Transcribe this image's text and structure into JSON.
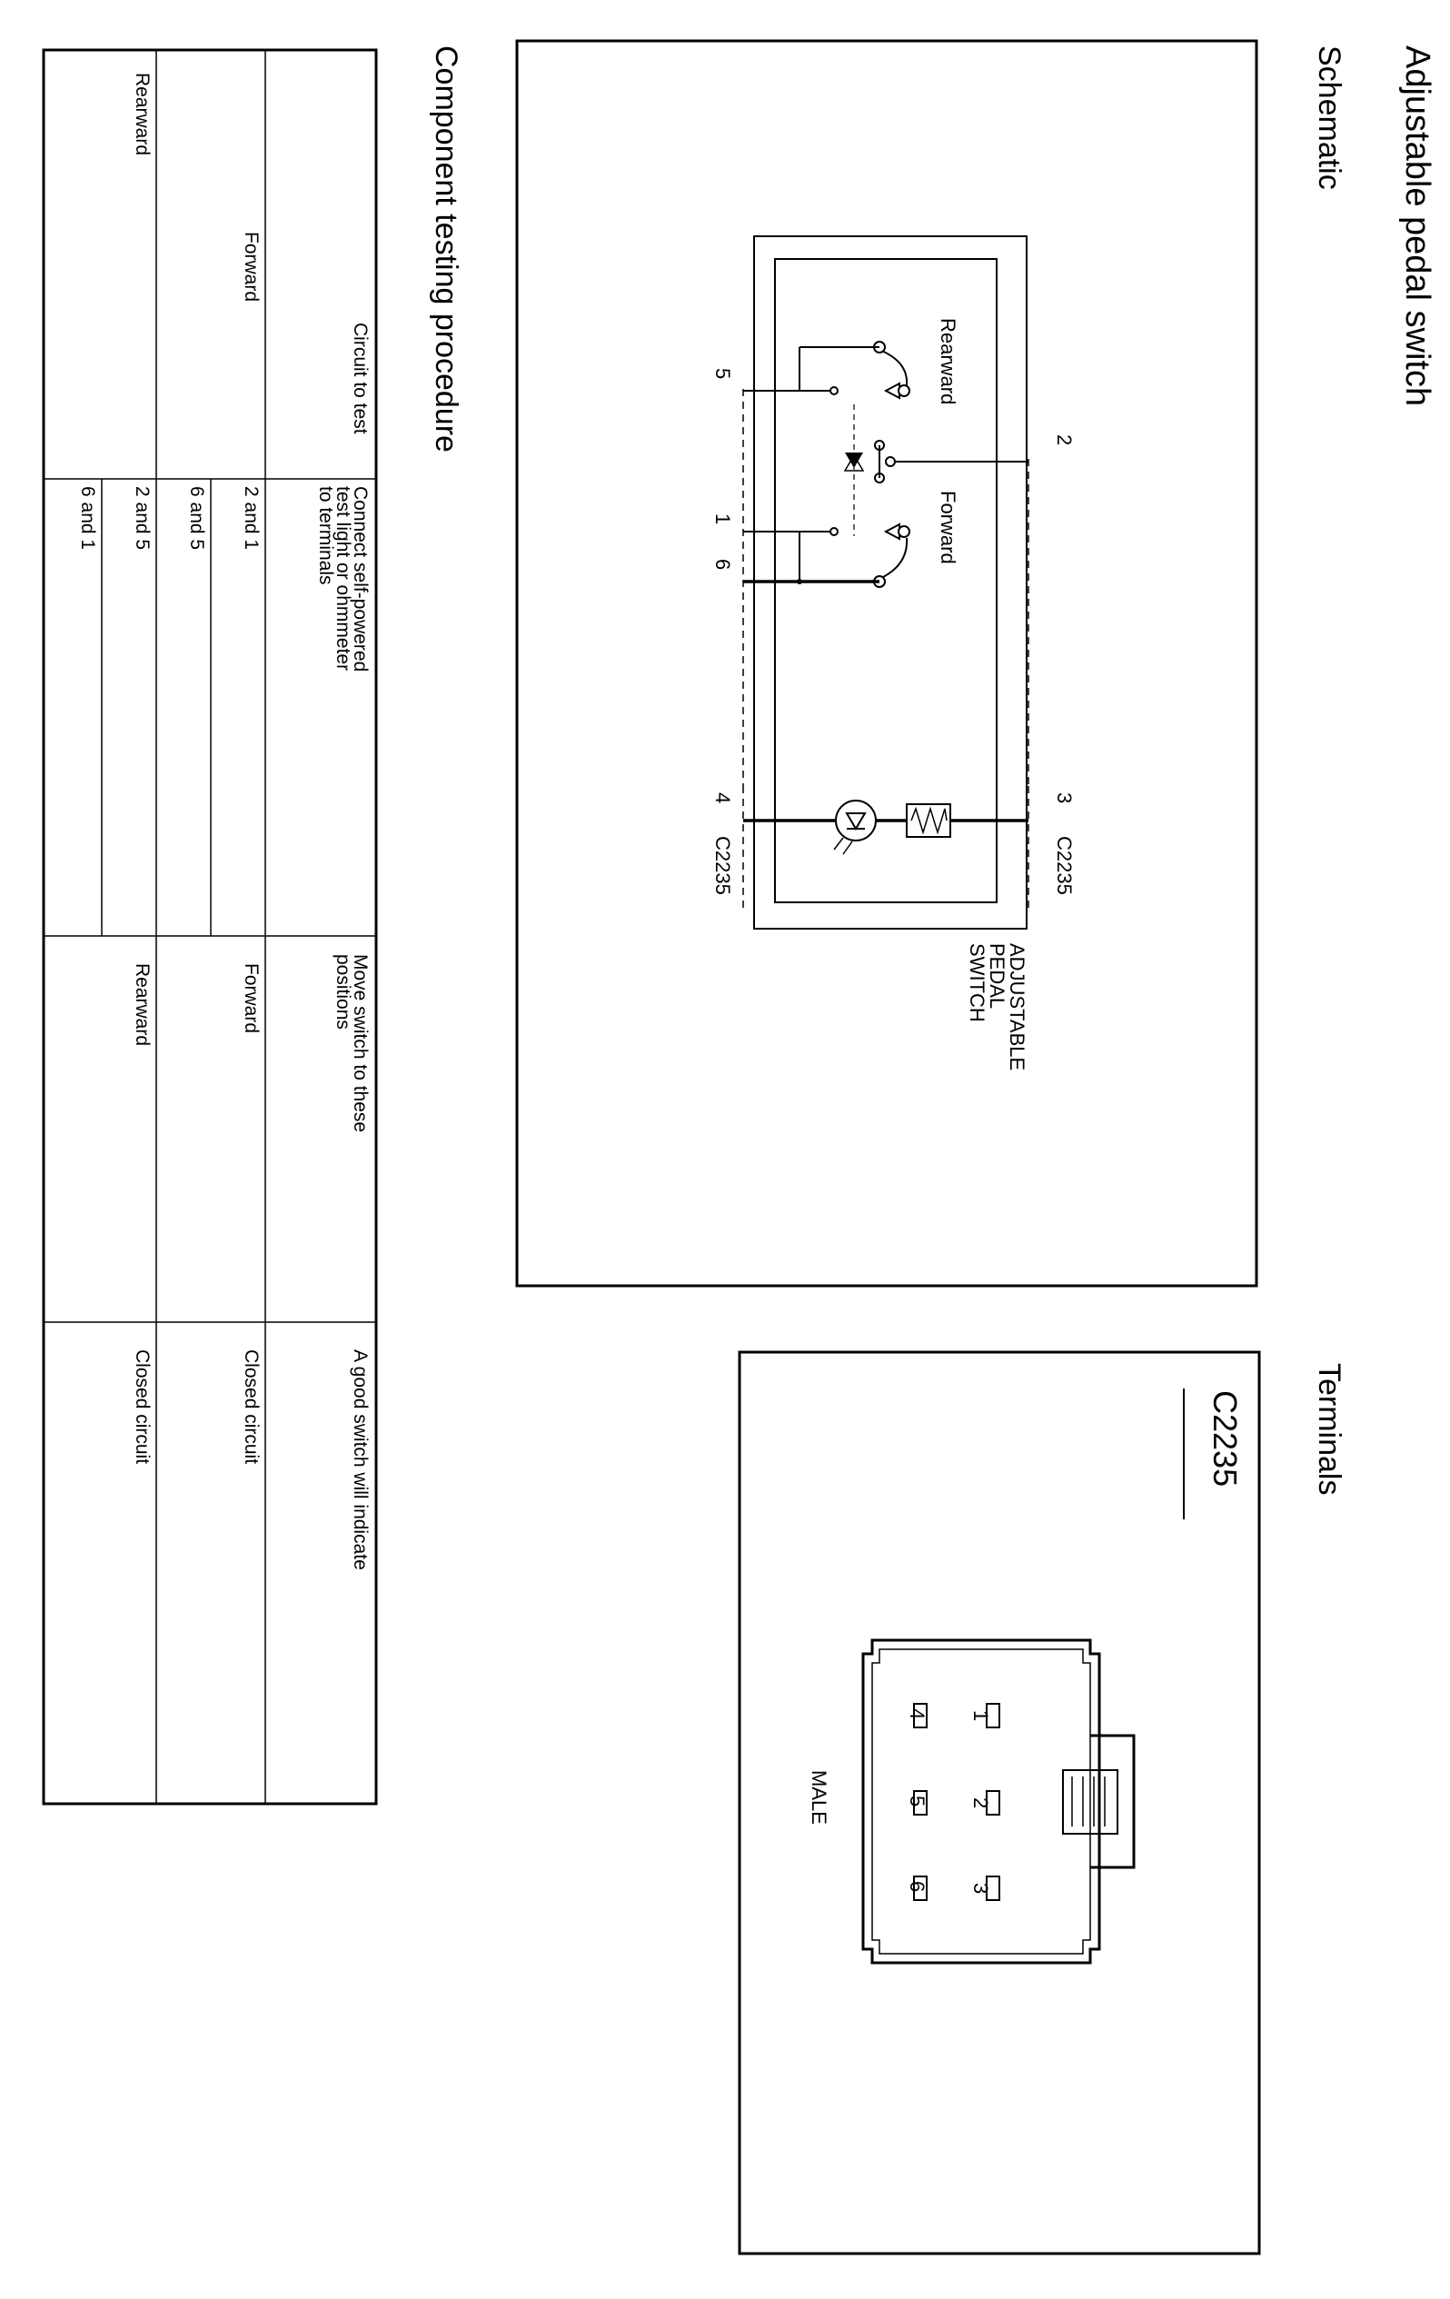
{
  "page": {
    "title": "Adjustable pedal switch",
    "schematic_heading": "Schematic",
    "terminals_heading": "Terminals",
    "procedure_heading": "Component testing procedure"
  },
  "schematic": {
    "switch_label_lines": [
      "ADJUSTABLE",
      "PEDAL",
      "SWITCH"
    ],
    "connector_top": "C2235",
    "connector_bottom": "C2235",
    "pin_top_2": "2",
    "pin_top_3": "3",
    "pin_bottom_5": "5",
    "pin_bottom_1": "1",
    "pin_bottom_6": "6",
    "pin_bottom_4": "4",
    "rearward_label": "Rearward",
    "forward_label": "Forward"
  },
  "terminals": {
    "connector_id": "C2235",
    "gender_label": "MALE",
    "pins": [
      "1",
      "2",
      "3",
      "4",
      "5",
      "6"
    ]
  },
  "procedure": {
    "headers": [
      "Circuit to test",
      "Connect self-powered test light or ohmmeter to terminals",
      "Move switch to these positions",
      "A good switch will indicate"
    ],
    "rows": [
      {
        "circuit": "Forward",
        "terminals": [
          "2 and 1",
          "6 and 5"
        ],
        "position": "Forward",
        "result": "Closed circuit"
      },
      {
        "circuit": "Rearward",
        "terminals": [
          "2 and 5",
          "6 and 1"
        ],
        "position": "Rearward",
        "result": "Closed circuit"
      }
    ]
  }
}
